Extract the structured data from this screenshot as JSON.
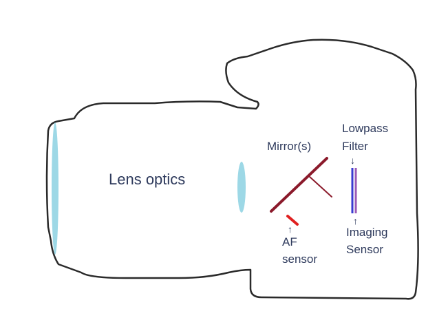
{
  "labels": {
    "lens_optics": "Lens optics",
    "mirrors": "Mirror(s)",
    "lowpass_line1": "Lowpass",
    "lowpass_line2": "Filter",
    "imaging_line1": "Imaging",
    "imaging_line2": "Sensor",
    "af_line1": "AF",
    "af_line2": "sensor",
    "arrow_down": "↓",
    "arrow_up": "↑"
  },
  "colors": {
    "outline": "#2a2a2a",
    "lens_element": "#9dd8e6",
    "mirror": "#8b1a2b",
    "af_sensor": "#e02020",
    "lowpass_filter": "#3a3ad0",
    "imaging_sensor": "#9b59b6",
    "text": "#2e3a5c"
  }
}
